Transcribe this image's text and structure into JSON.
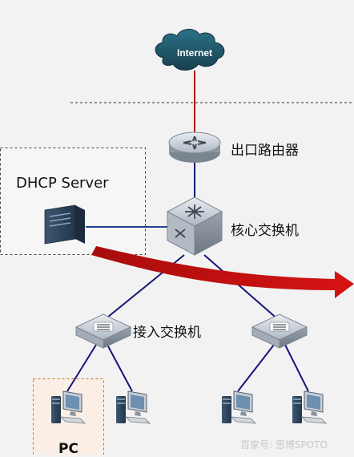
{
  "cloud": {
    "label": "Internet"
  },
  "egress_router": {
    "label": "出口路由器"
  },
  "core_switch": {
    "label": "核心交换机"
  },
  "access_switch": {
    "label": "接入交换机"
  },
  "dhcp_server": {
    "label": "DHCP Server"
  },
  "pc": {
    "label": "PC"
  },
  "watermark": {
    "text": "百家号: 思博SPOTO"
  },
  "colors": {
    "background": "#f2f2f2",
    "internet_link": "#b01818",
    "lan_link": "#15157a",
    "dhcp_link": "#1f3f8c",
    "flow_arrow": "#c41010",
    "cloud": "#1e5a6c"
  },
  "icons": {
    "cloud": "cloud-icon",
    "router": "router-icon",
    "core_switch": "core-switch-icon",
    "access_switch": "access-switch-icon",
    "server": "server-icon",
    "pc": "pc-icon"
  }
}
